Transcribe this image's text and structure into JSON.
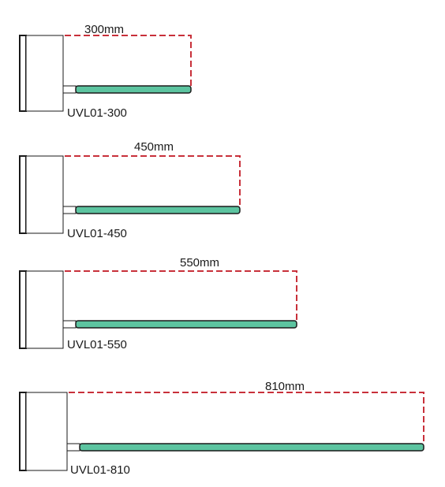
{
  "colors": {
    "dimension_line": "#c8303a",
    "tube_fill": "#5cc4a0",
    "outline": "#1a1a1a",
    "background": "#ffffff"
  },
  "units": [
    {
      "model": "UVL01-300",
      "length_label": "300mm",
      "length_mm": 300
    },
    {
      "model": "UVL01-450",
      "length_label": "450mm",
      "length_mm": 450
    },
    {
      "model": "UVL01-550",
      "length_label": "550mm",
      "length_mm": 550
    },
    {
      "model": "UVL01-810",
      "length_label": "810mm",
      "length_mm": 810
    }
  ]
}
